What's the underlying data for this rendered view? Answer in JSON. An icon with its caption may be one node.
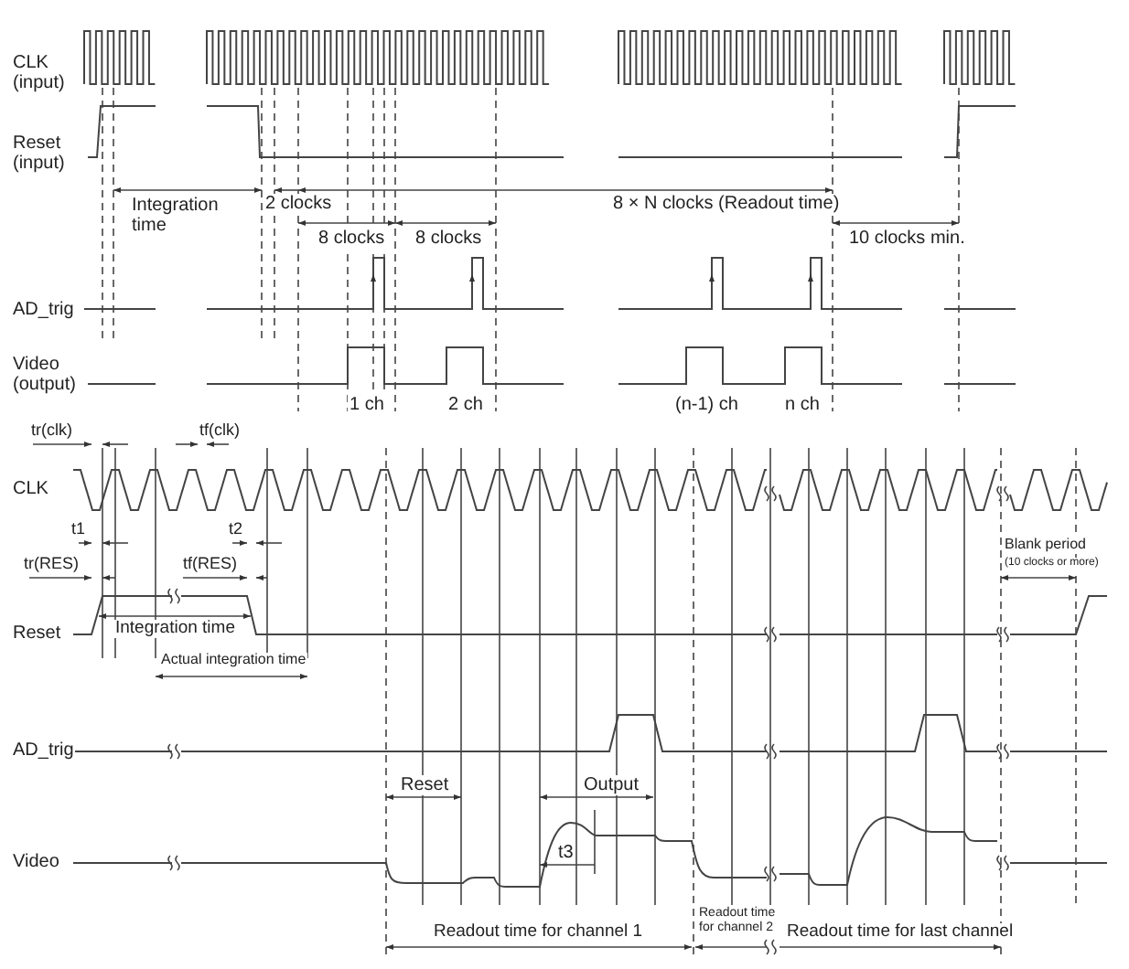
{
  "diagram": {
    "labels": [
      "CLK (input)",
      "Reset (input)",
      "Integration time",
      "2 clocks",
      "8 × N clocks (Readout time)",
      "8 clocks",
      "8 clocks",
      "10 clocks min.",
      "AD_trig",
      "Video (output)",
      "1 ch",
      "2 ch",
      "(n-1) ch",
      "n ch",
      "tr(clk)",
      "tf(clk)",
      "CLK",
      "t1",
      "t2",
      "tr(RES)",
      "tf(RES)",
      "Blank period",
      "(10 clocks or more)",
      "Reset",
      "Integration time",
      "Actual integration time",
      "AD_trig",
      "Reset",
      "Output",
      "t3",
      "Video",
      "Readout time for channel 1",
      "Readout time for channel 2",
      "Readout time for last channel"
    ]
  }
}
